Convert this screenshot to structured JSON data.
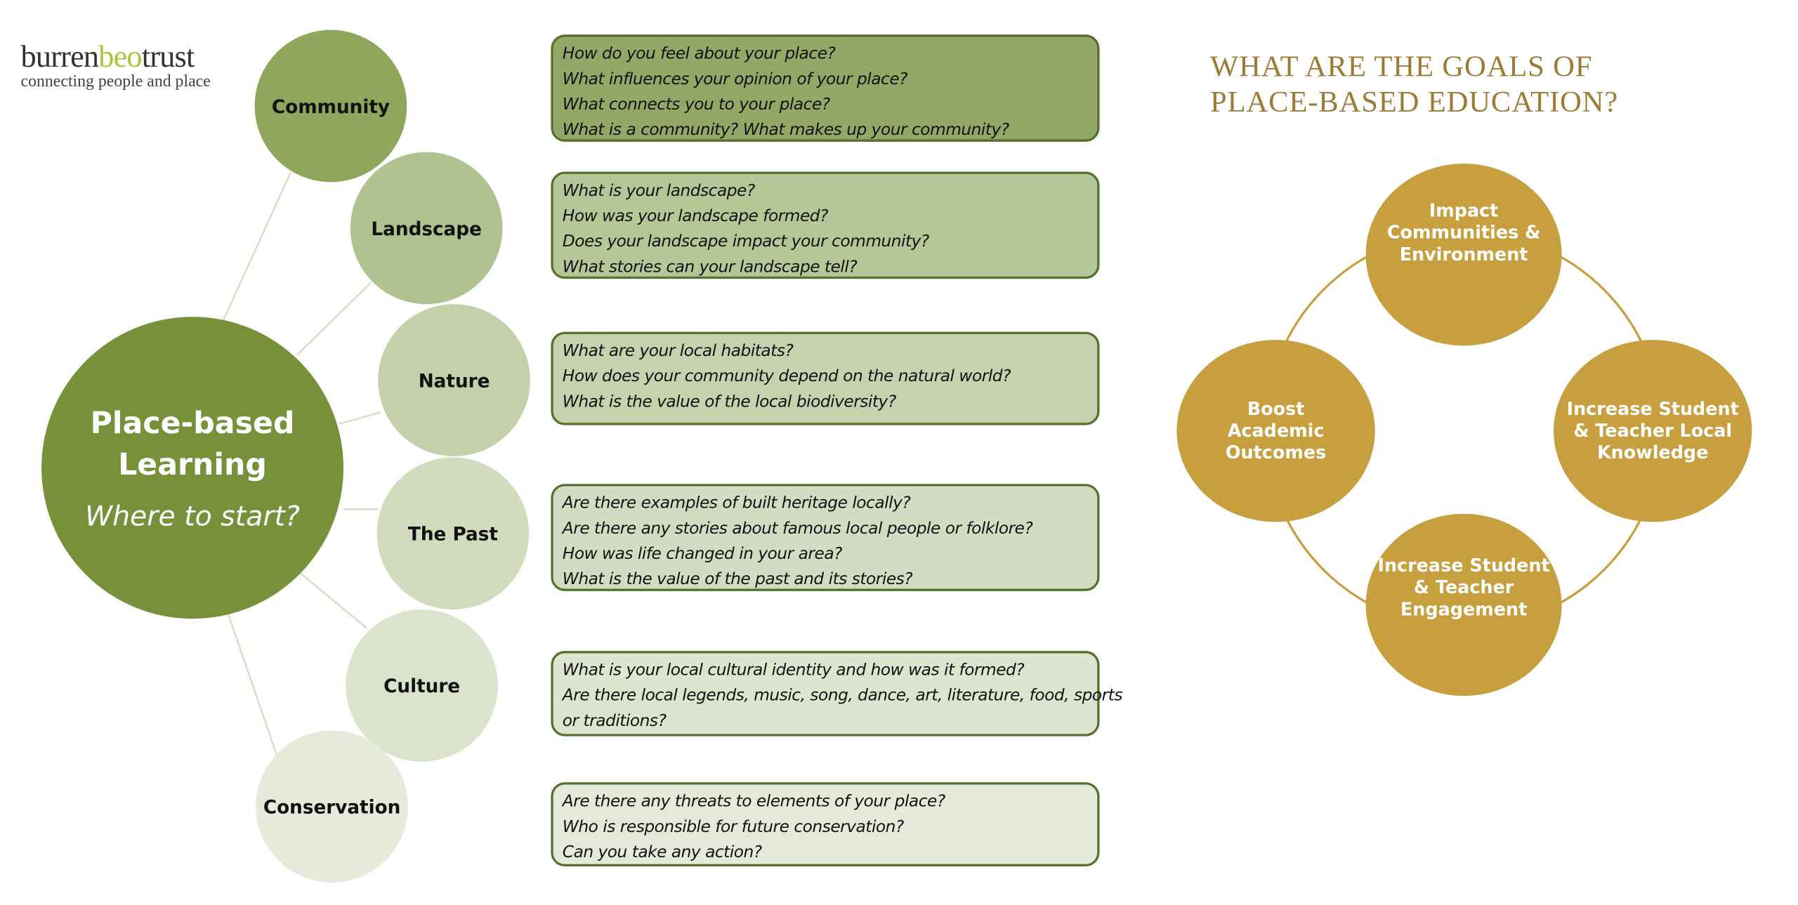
{
  "logo": {
    "name_a": "burren",
    "name_b": "beo",
    "name_c": "trust",
    "tagline": "connecting people and place"
  },
  "center": {
    "title_line1": "Place-based",
    "title_line2": "Learning",
    "subtitle": "Where to start?"
  },
  "topics": [
    {
      "label": "Community",
      "color": "#8fa65d",
      "box_color": "#93a866",
      "questions": [
        "How do you feel about your place?",
        "What influences your opinion of your place?",
        "What connects you to your place?",
        "What is a community? What makes up your community?"
      ]
    },
    {
      "label": "Landscape",
      "color": "#b1c291",
      "box_color": "#b5c697",
      "questions": [
        "What is your landscape?",
        "How was your landscape formed?",
        "Does your landscape impact your community?",
        "What stories can your landscape tell?"
      ]
    },
    {
      "label": "Nature",
      "color": "#c4d0a9",
      "box_color": "#c6d2ad",
      "questions": [
        "What are your local habitats?",
        "How does your community depend on the natural world?",
        "What is the value of the local biodiversity?"
      ]
    },
    {
      "label": "The Past",
      "color": "#d2dbbe",
      "box_color": "#d3dcc2",
      "questions": [
        "Are there examples of built heritage locally?",
        "Are there any stories about famous local people or folklore?",
        "How was life changed in your area?",
        "What is the value of the past and its stories?"
      ]
    },
    {
      "label": "Culture",
      "color": "#dce3cd",
      "box_color": "#dde4d0",
      "questions": [
        "What is your local cultural identity and how was it formed?",
        "Are there local legends, music, song, dance, art, literature, food, sports",
        "or traditions?"
      ]
    },
    {
      "label": "Conservation",
      "color": "#e5eadb",
      "box_color": "#e4e9da",
      "questions": [
        "Are there any threats to elements of your place?",
        "Who is responsible for future conservation?",
        "Can you take any action?"
      ]
    }
  ],
  "goals": {
    "title_line1": "WHAT ARE THE GOALS OF",
    "title_line2": "PLACE-BASED EDUCATION?",
    "color": "#c89f3f",
    "items": [
      {
        "lines": [
          "Impact",
          "Communities &",
          "Environment"
        ]
      },
      {
        "lines": [
          "Increase Student",
          "& Teacher Local",
          "Knowledge"
        ]
      },
      {
        "lines": [
          "Increase Student",
          "& Teacher",
          "Engagement"
        ]
      },
      {
        "lines": [
          "Boost",
          "Academic",
          "Outcomes"
        ]
      }
    ]
  }
}
